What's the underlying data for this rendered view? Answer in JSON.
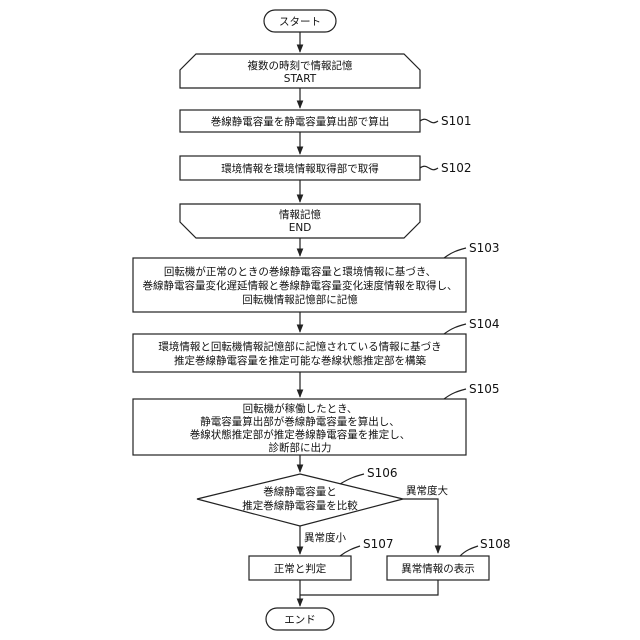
{
  "flowchart": {
    "start": "スタート",
    "loop_start": [
      "複数の時刻で情報記憶",
      "START"
    ],
    "s101": {
      "label": "S101",
      "text": "巻線静電容量を静電容量算出部で算出"
    },
    "s102": {
      "label": "S102",
      "text": "環境情報を環境情報取得部で取得"
    },
    "loop_end": [
      "情報記憶",
      "END"
    ],
    "s103": {
      "label": "S103",
      "lines": [
        "回転機が正常のときの巻線静電容量と環境情報に基づき、",
        "巻線静電容量変化遅延情報と巻線静電容量変化速度情報を取得し、",
        "回転機情報記憶部に記憶"
      ]
    },
    "s104": {
      "label": "S104",
      "lines": [
        "環境情報と回転機情報記憶部に記憶されている情報に基づき",
        "推定巻線静電容量を推定可能な巻線状態推定部を構築"
      ]
    },
    "s105": {
      "label": "S105",
      "lines": [
        "回転機が稼働したとき、",
        "静電容量算出部が巻線静電容量を算出し、",
        "巻線状態推定部が推定巻線静電容量を推定し、",
        "診断部に出力"
      ]
    },
    "s106": {
      "label": "S106",
      "lines": [
        "巻線静電容量と",
        "推定巻線静電容量を比較"
      ]
    },
    "branch_normal": "異常度小",
    "branch_abnormal": "異常度大",
    "s107": {
      "label": "S107",
      "text": "正常と判定"
    },
    "s108": {
      "label": "S108",
      "text": "異常情報の表示"
    },
    "end": "エンド"
  }
}
